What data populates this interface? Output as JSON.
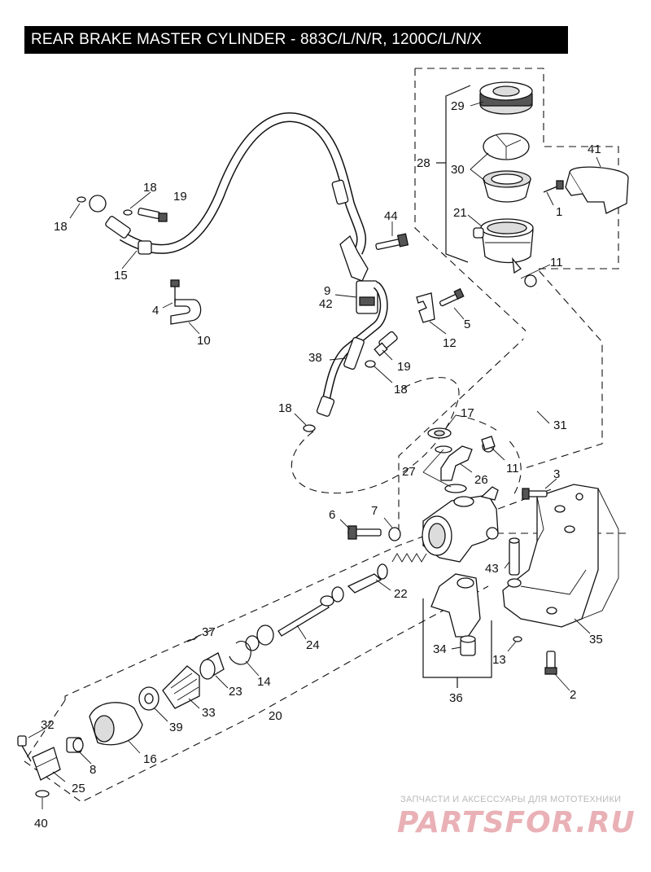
{
  "title": "REAR BRAKE MASTER CYLINDER - 883C/L/N/R, 1200C/L/N/X",
  "callouts": [
    {
      "id": "c1",
      "text": "1"
    },
    {
      "id": "c2",
      "text": "2"
    },
    {
      "id": "c3",
      "text": "3"
    },
    {
      "id": "c4",
      "text": "4"
    },
    {
      "id": "c5",
      "text": "5"
    },
    {
      "id": "c6",
      "text": "6"
    },
    {
      "id": "c7",
      "text": "7"
    },
    {
      "id": "c8",
      "text": "8"
    },
    {
      "id": "c9",
      "text": "9"
    },
    {
      "id": "c10",
      "text": "10"
    },
    {
      "id": "c11a",
      "text": "11"
    },
    {
      "id": "c11b",
      "text": "11"
    },
    {
      "id": "c12",
      "text": "12"
    },
    {
      "id": "c13",
      "text": "13"
    },
    {
      "id": "c14",
      "text": "14"
    },
    {
      "id": "c15",
      "text": "15"
    },
    {
      "id": "c16",
      "text": "16"
    },
    {
      "id": "c17",
      "text": "17"
    },
    {
      "id": "c18a",
      "text": "18"
    },
    {
      "id": "c18b",
      "text": "18"
    },
    {
      "id": "c18c",
      "text": "18"
    },
    {
      "id": "c18d",
      "text": "18"
    },
    {
      "id": "c19a",
      "text": "19"
    },
    {
      "id": "c19b",
      "text": "19"
    },
    {
      "id": "c20",
      "text": "20"
    },
    {
      "id": "c21",
      "text": "21"
    },
    {
      "id": "c22",
      "text": "22"
    },
    {
      "id": "c23",
      "text": "23"
    },
    {
      "id": "c24",
      "text": "24"
    },
    {
      "id": "c25",
      "text": "25"
    },
    {
      "id": "c26",
      "text": "26"
    },
    {
      "id": "c27",
      "text": "27"
    },
    {
      "id": "c28",
      "text": "28"
    },
    {
      "id": "c29",
      "text": "29"
    },
    {
      "id": "c30",
      "text": "30"
    },
    {
      "id": "c31",
      "text": "31"
    },
    {
      "id": "c32",
      "text": "32"
    },
    {
      "id": "c33",
      "text": "33"
    },
    {
      "id": "c34",
      "text": "34"
    },
    {
      "id": "c35",
      "text": "35"
    },
    {
      "id": "c36",
      "text": "36"
    },
    {
      "id": "c37",
      "text": "37"
    },
    {
      "id": "c38",
      "text": "38"
    },
    {
      "id": "c39",
      "text": "39"
    },
    {
      "id": "c40",
      "text": "40"
    },
    {
      "id": "c41",
      "text": "41"
    },
    {
      "id": "c42",
      "text": "42"
    },
    {
      "id": "c43",
      "text": "43"
    },
    {
      "id": "c44",
      "text": "44"
    }
  ],
  "watermark": {
    "subtitle": "ЗАПЧАСТИ И АКСЕССУАРЫ ДЛЯ МОТОТЕХНИКИ",
    "logo": "PARTSFOR.RU"
  }
}
